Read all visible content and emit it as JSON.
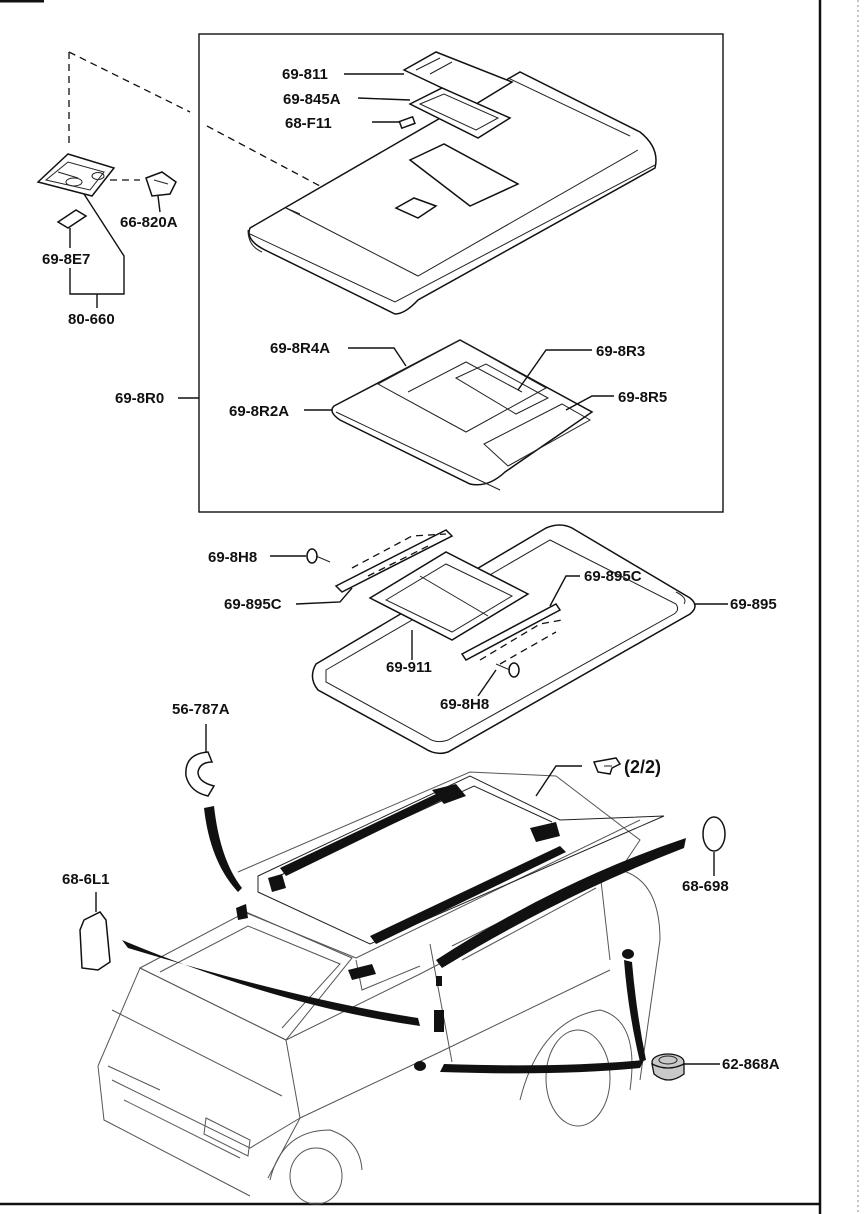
{
  "parts": {
    "p1": "69-811",
    "p2": "69-845A",
    "p3": "68-F11",
    "p4": "66-820A",
    "p5": "69-8E7",
    "p6": "80-660",
    "p7": "69-8R0",
    "p8": "69-8R4A",
    "p9": "69-8R3",
    "p10": "69-8R2A",
    "p11": "69-8R5",
    "p12": "69-8H8",
    "p13": "69-895C",
    "p14": "69-895C",
    "p15": "69-895",
    "p16": "69-911",
    "p17": "69-8H8",
    "p18": "56-787A",
    "p19": "(2/2)",
    "p20": "68-6L1",
    "p21": "68-698",
    "p22": "62-868A"
  },
  "colors": {
    "ink": "#111111",
    "background": "#ffffff"
  },
  "icons": {
    "reference": "pointing-hand-icon"
  }
}
